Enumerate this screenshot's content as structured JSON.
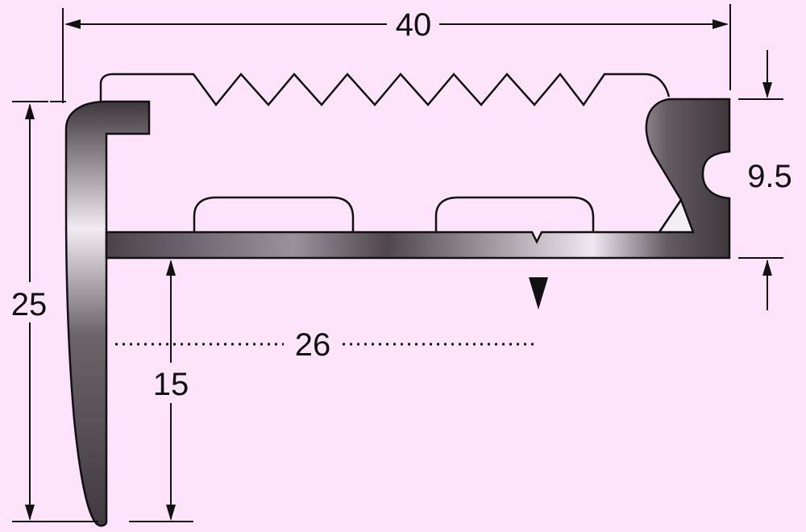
{
  "colors": {
    "background": "#fde4fb",
    "profile_dark": "#5a5258",
    "profile_mid": "#8a8289",
    "profile_highlight": "#f4eef4",
    "line": "#111111"
  },
  "dimensions": {
    "overall_width": "40",
    "overall_height": "25",
    "nose_height": "15",
    "tread_depth": "26",
    "insert_height": "9.5"
  }
}
